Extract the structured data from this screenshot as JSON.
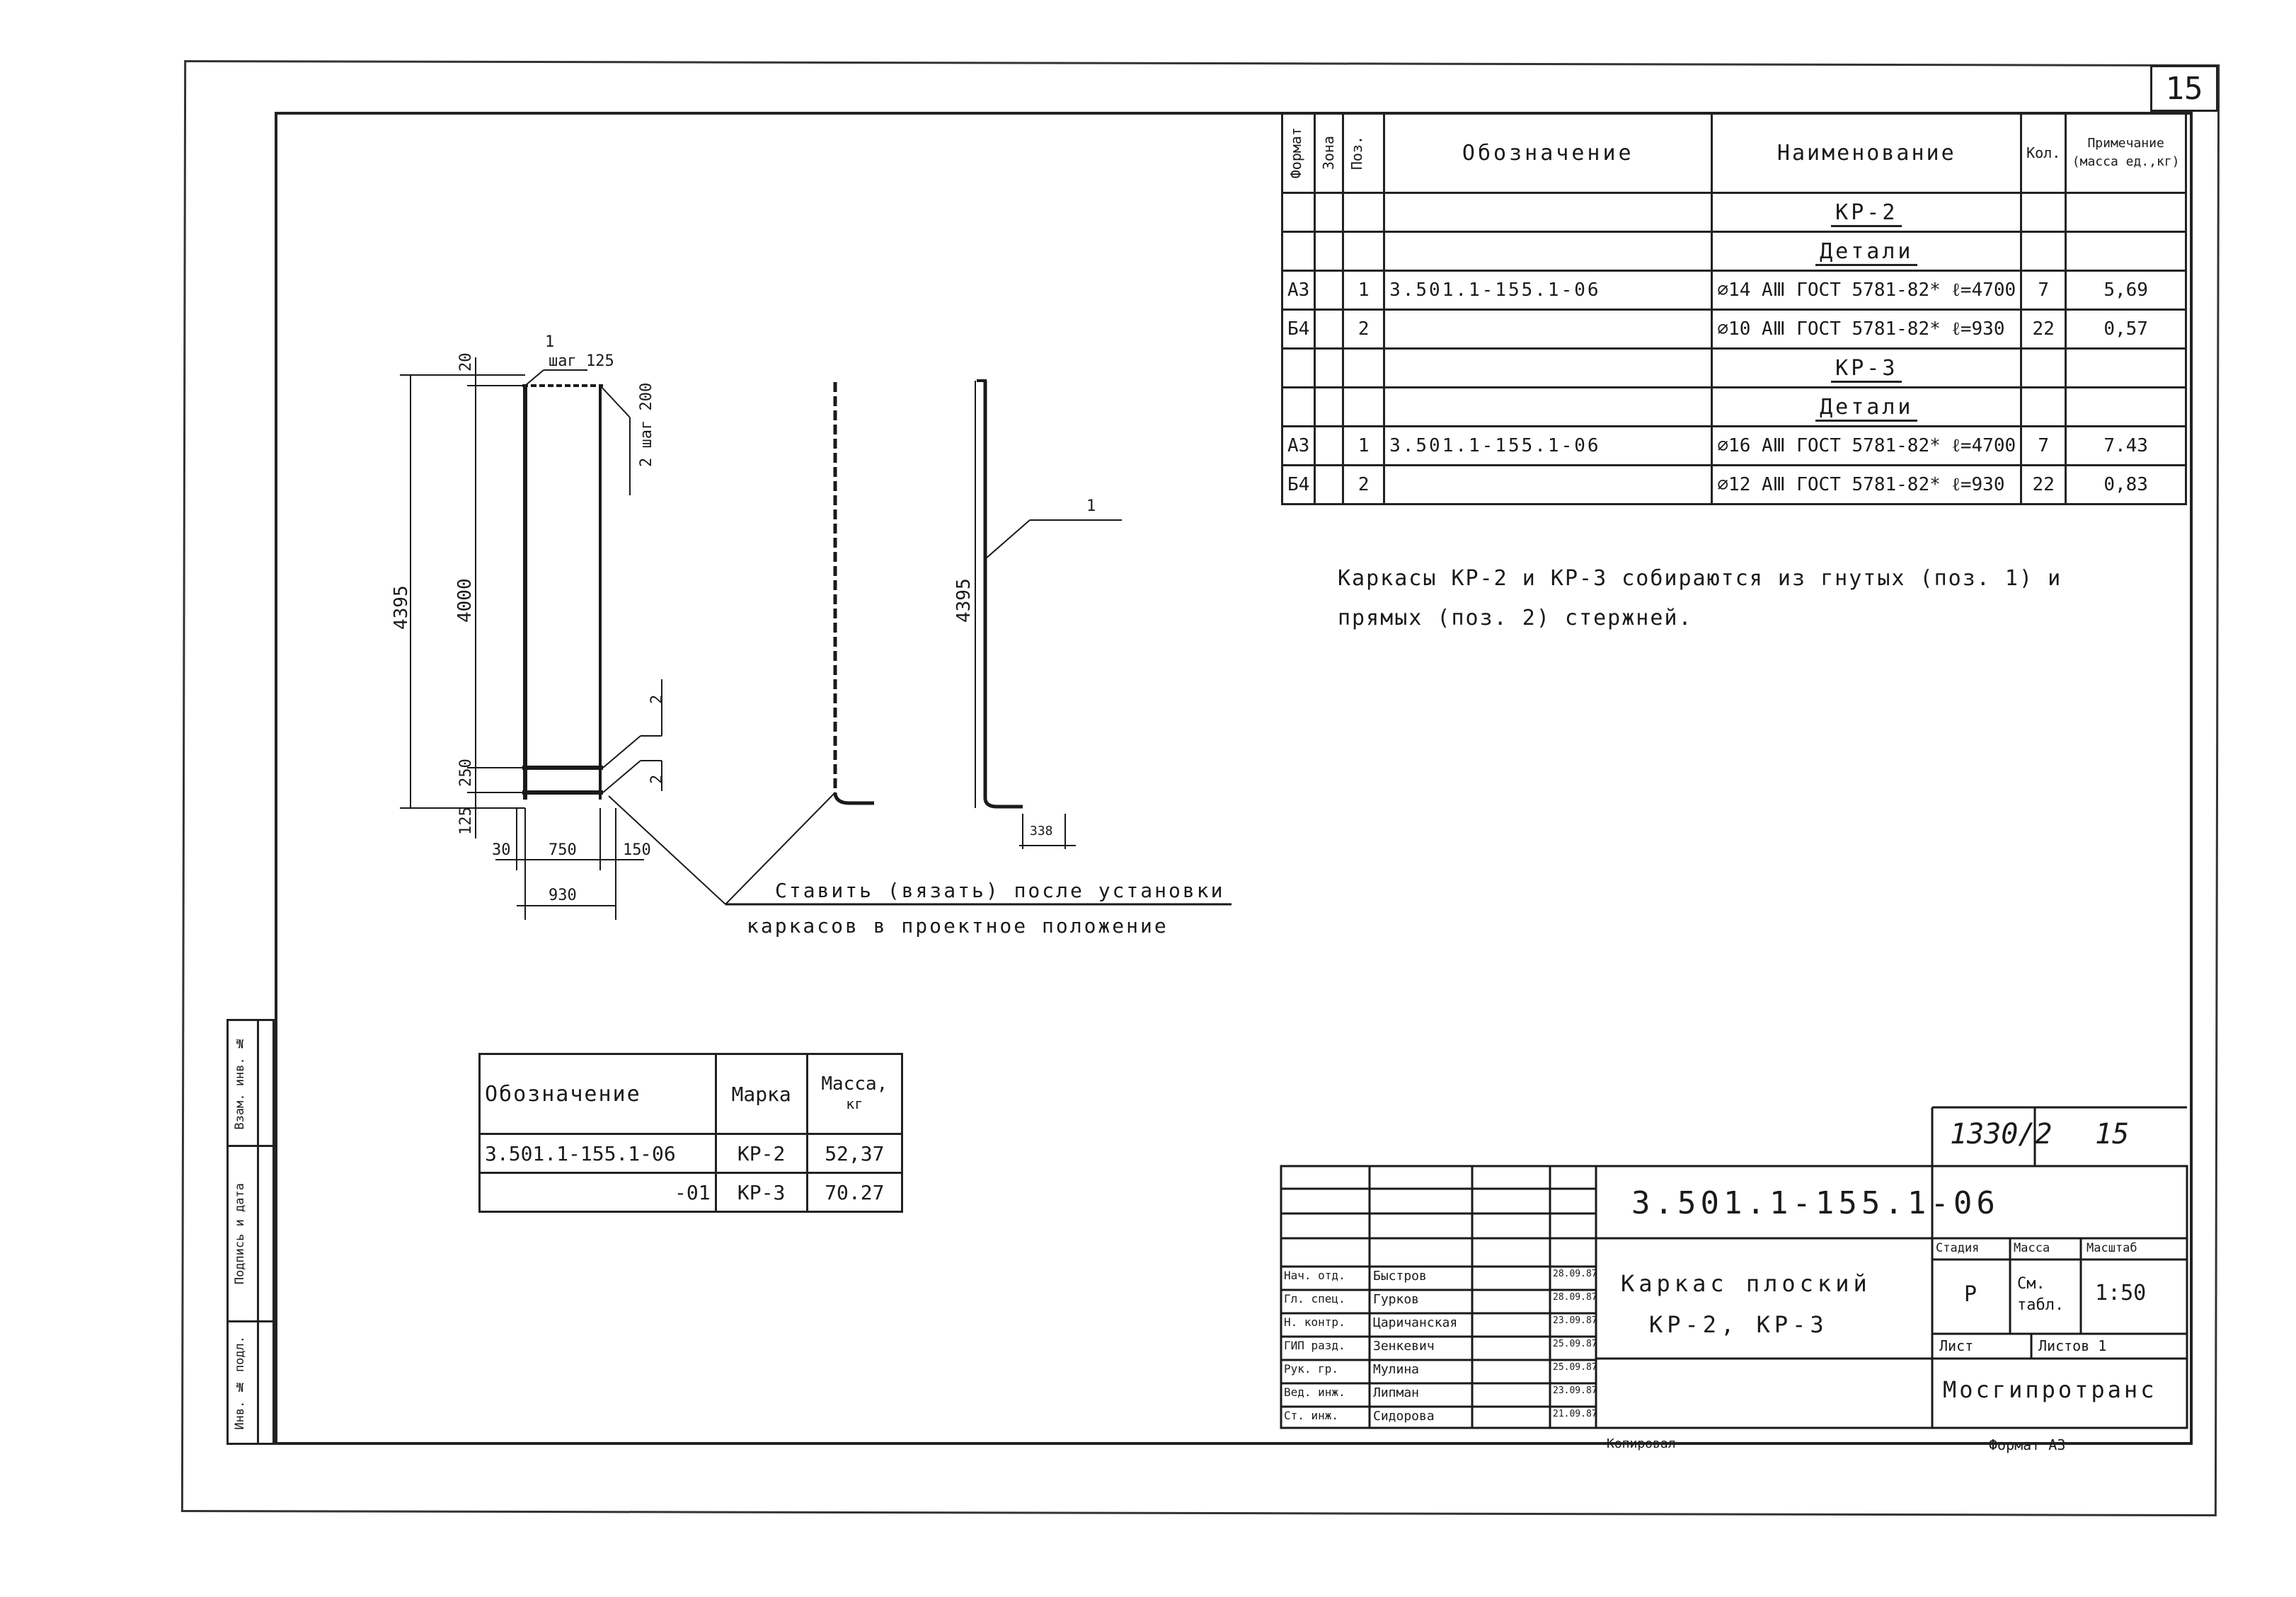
{
  "page_number": "15",
  "spec_table": {
    "headers": {
      "format": "Формат",
      "zone": "Зона",
      "pos": "Поз.",
      "designation": "Обозначение",
      "name": "Наименование",
      "qty": "Кол.",
      "note_line1": "Примечание",
      "note_line2": "(масса ед.,кг)"
    },
    "rows": [
      {
        "format": "",
        "zone": "",
        "pos": "",
        "designation": "",
        "name": "КР-2",
        "qty": "",
        "note": "",
        "title": true
      },
      {
        "format": "",
        "zone": "",
        "pos": "",
        "designation": "",
        "name": "Детали",
        "qty": "",
        "note": "",
        "title": true
      },
      {
        "format": "А3",
        "zone": "",
        "pos": "1",
        "designation": "3.501.1-155.1-06",
        "name": "⌀14 АⅢ ГОСТ 5781-82* ℓ=4700",
        "qty": "7",
        "note": "5,69"
      },
      {
        "format": "Б4",
        "zone": "",
        "pos": "2",
        "designation": "",
        "name": "⌀10 АⅢ ГОСТ 5781-82* ℓ=930",
        "qty": "22",
        "note": "0,57"
      },
      {
        "format": "",
        "zone": "",
        "pos": "",
        "designation": "",
        "name": "КР-3",
        "qty": "",
        "note": "",
        "title": true
      },
      {
        "format": "",
        "zone": "",
        "pos": "",
        "designation": "",
        "name": "Детали",
        "qty": "",
        "note": "",
        "title": true
      },
      {
        "format": "А3",
        "zone": "",
        "pos": "1",
        "designation": "3.501.1-155.1-06",
        "name": "⌀16 АⅢ ГОСТ 5781-82* ℓ=4700",
        "qty": "7",
        "note": "7.43"
      },
      {
        "format": "Б4",
        "zone": "",
        "pos": "2",
        "designation": "",
        "name": "⌀12 АⅢ ГОСТ 5781-82* ℓ=930",
        "qty": "22",
        "note": "0,83"
      }
    ]
  },
  "note_text": {
    "line1": "Каркасы КР-2 и КР-3 собираются из гнутых (поз. 1) и",
    "line2": "прямых (поз. 2) стержней."
  },
  "drawing": {
    "pos1_label": "1",
    "step125": "шаг 125",
    "pos2_label": "2",
    "step200": "шаг 200",
    "dim_4395": "4395",
    "dim_4000": "4000",
    "dim_20": "20",
    "dim_250": "250",
    "dim_125": "125",
    "dim_30": "30",
    "dim_750": "750",
    "dim_150": "150",
    "dim_930": "930",
    "dim_338": "338",
    "pos2_a": "2",
    "pos2_b": "2",
    "side_pos1": "1",
    "callout_line1": "Ставить (вязать) после установки",
    "callout_line2": "каркасов в проектное положение"
  },
  "mass_table": {
    "headers": {
      "designation": "Обозначение",
      "mark": "Марка",
      "mass_line1": "Масса,",
      "mass_line2": "кг"
    },
    "rows": [
      {
        "designation": "3.501.1-155.1-06",
        "mark": "КР-2",
        "mass": "52,37"
      },
      {
        "designation": "-01",
        "mark": "КР-3",
        "mass": "70.27"
      }
    ]
  },
  "side_strip": {
    "inv_original": "Инв. № подл.",
    "sign_date": "Подпись и дата",
    "replace_inv": "Взам. инв. №"
  },
  "title_block": {
    "archive_number": "1330/2",
    "archive_sheet": "15",
    "doc_code": "3.501.1-155.1-06",
    "title_line1": "Каркас плоский",
    "title_line2": "КР-2, КР-3",
    "stage_label": "Стадия",
    "mass_label": "Масса",
    "scale_label": "Масштаб",
    "stage_value": "Р",
    "mass_value_line1": "См.",
    "mass_value_line2": "табл.",
    "scale_value": "1:50",
    "sheet_label": "Лист",
    "sheets_label": "Листов 1",
    "organization": "Мосгипротранс",
    "copied": "Копировал",
    "format": "Формат А3",
    "signers": [
      {
        "role": "Нач. отд.",
        "name": "Быстров",
        "date": "28.09.87"
      },
      {
        "role": "Гл. спец.",
        "name": "Гурков",
        "date": "28.09.87"
      },
      {
        "role": "Н. контр.",
        "name": "Царичанская",
        "date": "23.09.87"
      },
      {
        "role": "ГИП разд.",
        "name": "Зенкевич",
        "date": "25.09.87"
      },
      {
        "role": "Рук. гр.",
        "name": "Мулина",
        "date": "25.09.87"
      },
      {
        "role": "Вед. инж.",
        "name": "Липман",
        "date": "23.09.87"
      },
      {
        "role": "Ст. инж.",
        "name": "Сидорова",
        "date": "21.09.87"
      }
    ]
  },
  "colors": {
    "ink": "#1a1a1a",
    "paper": "#ffffff"
  }
}
